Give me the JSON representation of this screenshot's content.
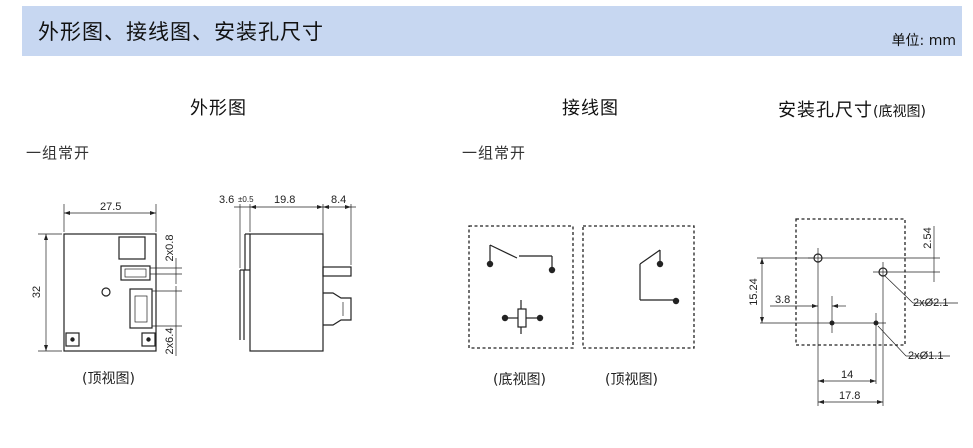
{
  "header": {
    "title": "外形图、接线图、安装孔尺寸",
    "unit": "单位: mm"
  },
  "sections": {
    "outline": {
      "title": "外形图",
      "variant": "一组常开",
      "caption": "(顶视图)"
    },
    "wiring": {
      "title": "接线图",
      "variant": "一组常开",
      "caption_bottom": "(底视图)",
      "caption_top": "(顶视图)"
    },
    "holes": {
      "title": "安装孔尺寸",
      "subtitle": "(底视图)"
    }
  },
  "dimensions": {
    "top_width": "27.5",
    "height": "32",
    "pin_width": "2x0.8",
    "pin_thickness": "2x6.4",
    "side_offset": "3.6",
    "side_tol": "±0.5",
    "side_body": "19.8",
    "side_terminal": "8.4",
    "hole_v_small": "2.54",
    "hole_v_large": "15.24",
    "hole_h_small": "3.8",
    "hole_big": "2xØ2.1",
    "hole_small": "2xØ1.1",
    "hole_h_14": "14",
    "hole_h_178": "17.8"
  }
}
